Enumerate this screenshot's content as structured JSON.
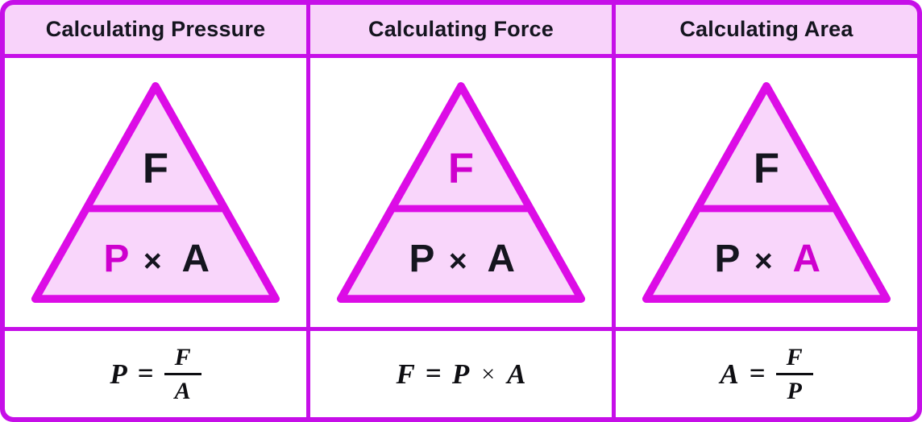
{
  "theme": {
    "grid_color": "#C60FE8",
    "header_bg": "#F8D3FA",
    "cell_bg": "#FFFFFF",
    "tri_fill": "#F9D6FB",
    "tri_stroke": "#DC0CE6",
    "text_dark": "#15151F",
    "accent_magenta": "#CE00CE",
    "formula_color": "#0E0E12"
  },
  "columns": [
    {
      "header": "Calculating Pressure",
      "triangle": {
        "top": {
          "text": "F",
          "color": "#15151F"
        },
        "bottom": [
          {
            "text": "P",
            "color": "#CE00CE"
          },
          {
            "text": "×",
            "color": "#15151F"
          },
          {
            "text": "A",
            "color": "#15151F"
          }
        ]
      },
      "formula": {
        "layout": "fraction",
        "lhs": "P",
        "eq": "=",
        "numerator": "F",
        "denominator": "A"
      }
    },
    {
      "header": "Calculating Force",
      "triangle": {
        "top": {
          "text": "F",
          "color": "#CE00CE"
        },
        "bottom": [
          {
            "text": "P",
            "color": "#15151F"
          },
          {
            "text": "×",
            "color": "#15151F"
          },
          {
            "text": "A",
            "color": "#15151F"
          }
        ]
      },
      "formula": {
        "layout": "inline",
        "lhs": "F",
        "eq": "=",
        "rhs_1": "P",
        "times": "×",
        "rhs_2": "A"
      }
    },
    {
      "header": "Calculating Area",
      "triangle": {
        "top": {
          "text": "F",
          "color": "#15151F"
        },
        "bottom": [
          {
            "text": "P",
            "color": "#15151F"
          },
          {
            "text": "×",
            "color": "#15151F"
          },
          {
            "text": "A",
            "color": "#CE00CE"
          }
        ]
      },
      "formula": {
        "layout": "fraction",
        "lhs": "A",
        "eq": "=",
        "numerator": "F",
        "denominator": "P"
      }
    }
  ]
}
